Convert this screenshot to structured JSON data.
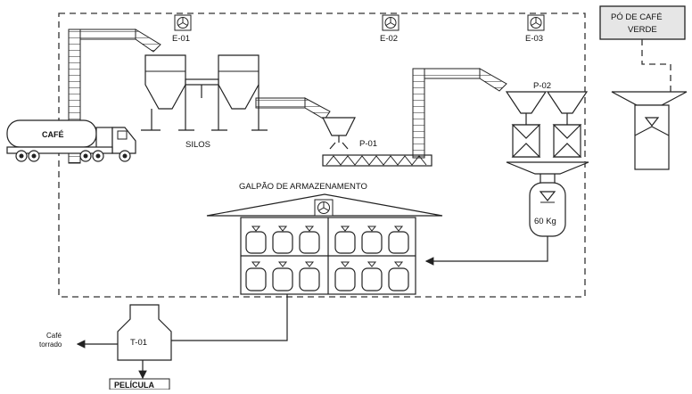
{
  "labels": {
    "cafe_truck": "CAFÉ",
    "silos": "SILOS",
    "e01": "E-01",
    "e02": "E-02",
    "e03": "E-03",
    "p01": "P-01",
    "p02": "P-02",
    "po_de_cafe_line1": "PÓ DE CAFÉ",
    "po_de_cafe_line2": "VERDE",
    "galpao": "GALPÃO DE ARMAZENAMENTO",
    "kg60": "60 Kg",
    "t01": "T-01",
    "cafe_torrado_line1": "Café",
    "cafe_torrado_line2": "torrado",
    "pelicula": "PELÍCULA"
  },
  "colors": {
    "line": "#222222",
    "box_fill": "#e6e6e6",
    "truck_fill": "#ffffff"
  }
}
